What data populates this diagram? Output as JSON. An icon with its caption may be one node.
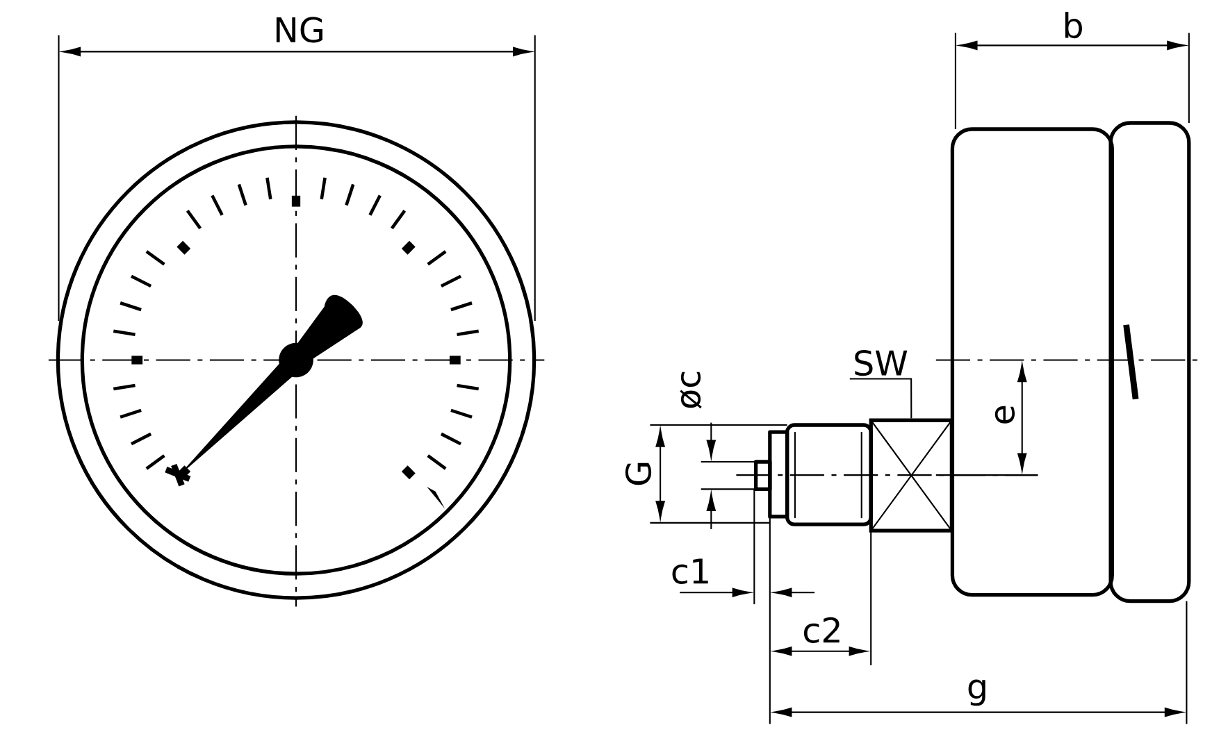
{
  "diagram": {
    "nodes": [
      {
        "text": [
          "SW"
        ]
      },
      {
        "text": [],
        "shape": "box"
      }
    ],
    "edges": [
      {
        "from": 0,
        "to": 1,
        "arrow": "none"
      }
    ],
    "labels": [
      "NG",
      "b",
      "øc",
      "e",
      "G",
      "c1",
      "c2",
      "g"
    ]
  }
}
